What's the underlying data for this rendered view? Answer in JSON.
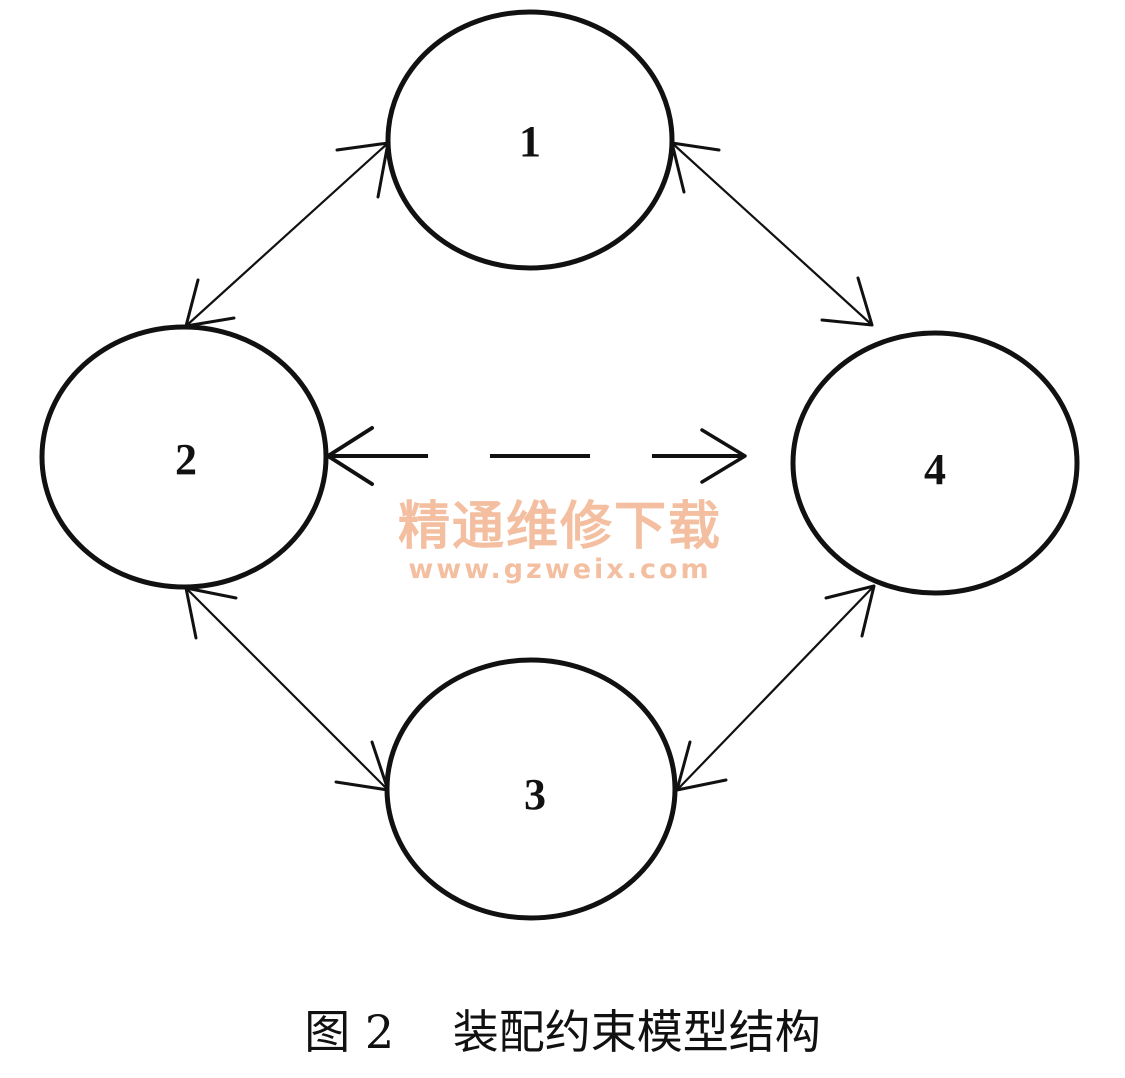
{
  "nodes": [
    {
      "id": "n1",
      "label": "1"
    },
    {
      "id": "n2",
      "label": "2"
    },
    {
      "id": "n3",
      "label": "3"
    },
    {
      "id": "n4",
      "label": "4"
    }
  ],
  "edges": [
    {
      "from": "n1",
      "to": "n2",
      "style": "solid",
      "direction": "both"
    },
    {
      "from": "n1",
      "to": "n4",
      "style": "solid",
      "direction": "both"
    },
    {
      "from": "n2",
      "to": "n3",
      "style": "solid",
      "direction": "both"
    },
    {
      "from": "n3",
      "to": "n4",
      "style": "solid",
      "direction": "both"
    },
    {
      "from": "n2",
      "to": "n4",
      "style": "dashed",
      "direction": "both"
    }
  ],
  "watermark": {
    "text": "精通维修下载",
    "url": "www.gzweix.com",
    "color": "#f4bfa0"
  },
  "caption": {
    "number": "图 2",
    "title": "装配约束模型结构"
  }
}
